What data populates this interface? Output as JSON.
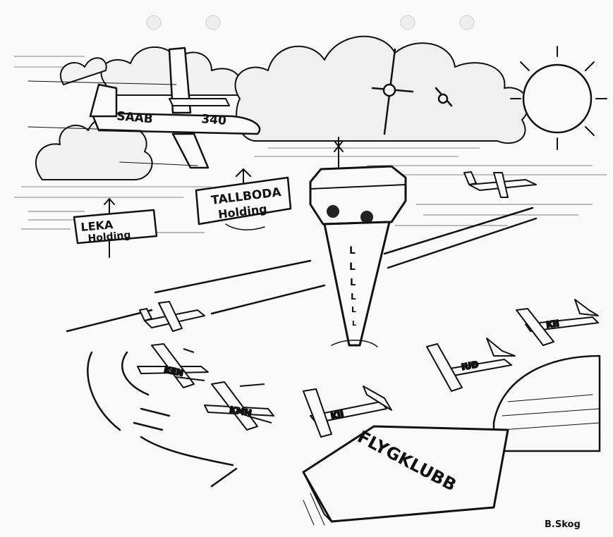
{
  "aircraft": {
    "airliner_livery": "SAAB",
    "airliner_type": "340",
    "registrations": [
      "KEN",
      "KMH",
      "KII",
      "IUD",
      "KII"
    ]
  },
  "signs": {
    "tallboda_line1": "TALLBODA",
    "tallboda_line2": "Holding",
    "leka_line1": "LEKA",
    "leka_line2": "Holding"
  },
  "hangar_label": "FLYGKLUBB",
  "tower_markings": [
    "L",
    "L",
    "L",
    "L",
    "L",
    "L"
  ],
  "signature": "B.Skog",
  "colors": {
    "ink": "#111111",
    "paper": "#fafafa"
  }
}
